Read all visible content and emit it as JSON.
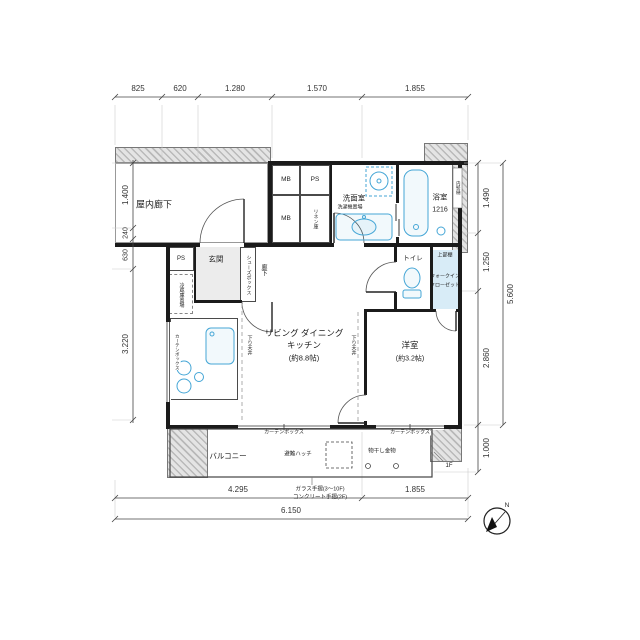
{
  "dimensions": {
    "top": {
      "d1": "825",
      "d2": "620",
      "d3": "1.280",
      "d4": "1.570",
      "d5": "1.855"
    },
    "left": {
      "d1": "1.400",
      "d2": "240",
      "d3": "630",
      "d4": "3.220"
    },
    "right": {
      "d1": "1.490",
      "d2": "1.250",
      "d3": "2.860",
      "d4": "1.000",
      "total": "5.600"
    },
    "bottom": {
      "d1": "4.295",
      "d2": "1.855",
      "total": "6.150"
    }
  },
  "rooms": {
    "corridor": "屋内廊下",
    "entrance": "玄関",
    "hallway": "廊下",
    "shoe_box": "シューズボックス",
    "washroom": "洗面室",
    "laundry": "洗濯機置場",
    "bathroom": "浴室",
    "bathroom_size": "1216",
    "toilet": "トイレ",
    "wic_shelf": "上部棚",
    "wic_line1": "ウォークイン",
    "wic_line2": "クローゼット",
    "ldk_line1": "リビング ダイニング",
    "ldk_line2": "キッチン",
    "ldk_size": "(約8.8帖)",
    "bedroom": "洋室",
    "bedroom_size": "(約3.2帖)",
    "balcony": "バルコニー",
    "linen": "リネン庫",
    "mb1": "MB",
    "mb2": "MB",
    "ps1": "PS",
    "ps2": "PS",
    "fridge": "冷蔵庫置場"
  },
  "annotations": {
    "curtain_box_left": "カーテンボックス",
    "curtain_box_ldk": "カーテンボックス",
    "curtain_box_bedroom": "カーテンボックス",
    "escape_hatch": "避難ハッチ",
    "drying_fixture": "物干し金物",
    "rail_line1": "ガラス手摺(3〜10F)",
    "rail_line2": "コンクリート手摺(2F)",
    "floor_note": "1F",
    "downspout": "内竪樋",
    "lowered_ceiling_1": "下り天井",
    "lowered_ceiling_2": "下り天井",
    "north": "N"
  }
}
